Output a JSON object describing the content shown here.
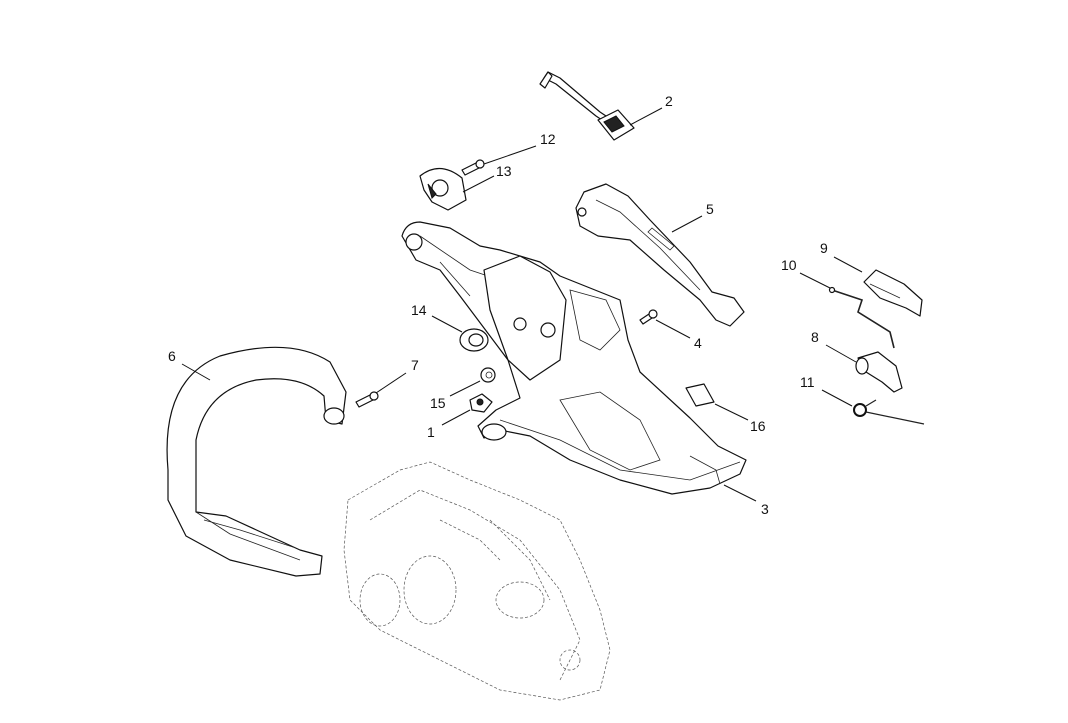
{
  "diagram": {
    "callouts": [
      {
        "id": "2",
        "label": "2"
      },
      {
        "id": "12",
        "label": "12"
      },
      {
        "id": "13",
        "label": "13"
      },
      {
        "id": "5",
        "label": "5"
      },
      {
        "id": "9",
        "label": "9"
      },
      {
        "id": "10",
        "label": "10"
      },
      {
        "id": "14",
        "label": "14"
      },
      {
        "id": "4",
        "label": "4"
      },
      {
        "id": "8",
        "label": "8"
      },
      {
        "id": "6",
        "label": "6"
      },
      {
        "id": "7",
        "label": "7"
      },
      {
        "id": "11",
        "label": "11"
      },
      {
        "id": "15",
        "label": "15"
      },
      {
        "id": "1",
        "label": "1"
      },
      {
        "id": "16",
        "label": "16"
      },
      {
        "id": "3",
        "label": "3"
      }
    ]
  }
}
